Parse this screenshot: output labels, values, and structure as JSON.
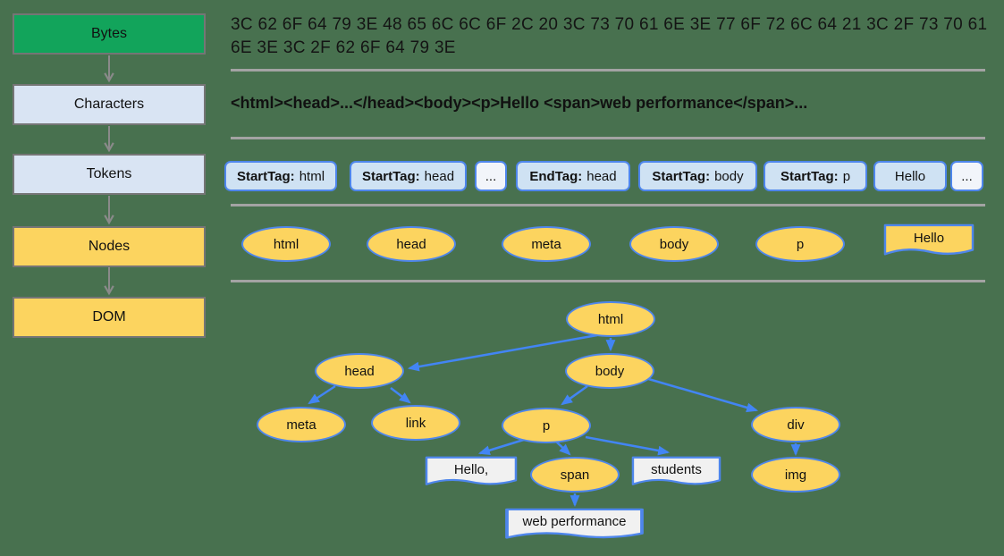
{
  "colors": {
    "background": "#48714F",
    "arrow_blue": "#4285F4",
    "node_yellow": "#FCD45F",
    "node_border_blue": "#4E86EC",
    "token_blue": "#CFE2F3",
    "stage_green": "#12A45B",
    "stage_light_blue": "#D9E4F3",
    "divider_gray": "#A3A3A3"
  },
  "pipeline": {
    "stages": [
      {
        "label": "Bytes"
      },
      {
        "label": "Characters"
      },
      {
        "label": "Tokens"
      },
      {
        "label": "Nodes"
      },
      {
        "label": "DOM"
      }
    ]
  },
  "bytes_row": {
    "line1": "3C 62 6F 64 79 3E 48 65 6C 6C 6F 2C 20 3C 73 70 61 6E 3E 77 6F 72 6C 64 21 3C 2F 73 70 61",
    "line2": "6E 3E 3C 2F 62 6F 64 79 3E"
  },
  "characters_row": {
    "text": "<html><head>...</head><body><p>Hello <span>web performance</span>..."
  },
  "tokens_row": [
    {
      "prefix": "StartTag:",
      "value": "html"
    },
    {
      "prefix": "StartTag:",
      "value": "head"
    },
    {
      "prefix": "",
      "value": "..."
    },
    {
      "prefix": "EndTag:",
      "value": "head"
    },
    {
      "prefix": "StartTag:",
      "value": "body"
    },
    {
      "prefix": "StartTag:",
      "value": "p"
    },
    {
      "prefix": "",
      "value": "Hello"
    },
    {
      "prefix": "",
      "value": "..."
    }
  ],
  "nodes_row": {
    "ellipses": [
      "html",
      "head",
      "meta",
      "body",
      "p"
    ],
    "text_node": "Hello"
  },
  "dom_tree": {
    "nodes": {
      "html": "html",
      "head": "head",
      "body": "body",
      "meta": "meta",
      "link": "link",
      "p": "p",
      "div": "div",
      "span": "span",
      "img": "img",
      "text_hello": "Hello,",
      "text_students": "students",
      "text_webperf": "web performance"
    },
    "edges": [
      "html->head",
      "html->body",
      "head->meta",
      "head->link",
      "body->p",
      "body->div",
      "p->Hello,",
      "p->span",
      "p->students",
      "span->web performance",
      "div->img"
    ]
  }
}
